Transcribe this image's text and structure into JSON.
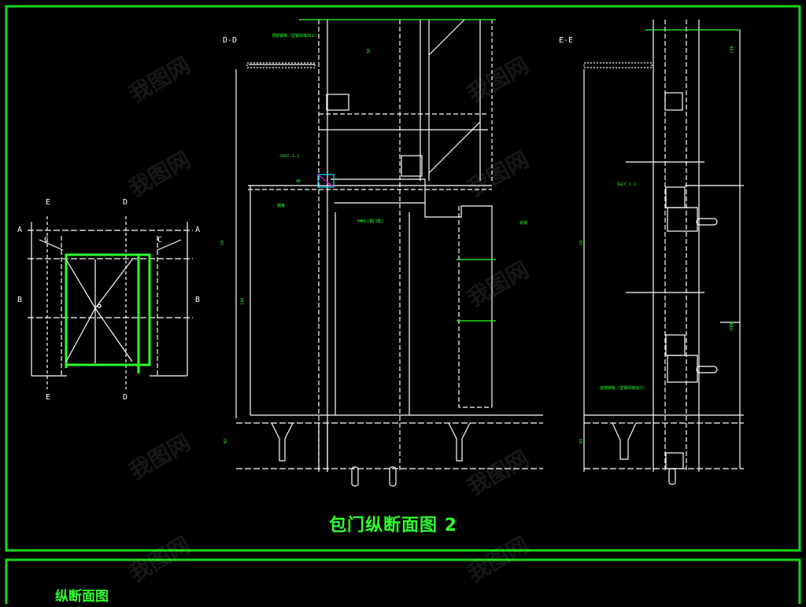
{
  "drawing": {
    "main_title": "包门纵断面图 2",
    "bottom_title": "纵断面图",
    "section_dd": "D-D",
    "section_ee": "E-E",
    "plan_markers": {
      "a": "A",
      "b": "B",
      "c": "C",
      "d": "D",
      "e": "E"
    },
    "dim_labels": {
      "d50": "50",
      "d40": "40",
      "ch": "CH",
      "chx": "CHX",
      "ch_h": "CH",
      "h2": "H2",
      "h3": "H3",
      "chhd": "CHHD",
      "c90": "C90"
    },
    "notes": {
      "n1": "顶部钢板（型钢焊接加工）",
      "n2": "SGCC 1.2",
      "n3": "EMDC(钢门框)",
      "n4": "钢板",
      "n5": "铰链",
      "n6": "SGCC 1.2",
      "n7": "底部钢板（型钢焊接加工）"
    },
    "watermark": "我图网",
    "colors": {
      "line": "#ffffff",
      "accent": "#2cff2c",
      "frame": "#18d818",
      "highlight": "#00e5ff",
      "magenta": "#e000e0"
    }
  }
}
